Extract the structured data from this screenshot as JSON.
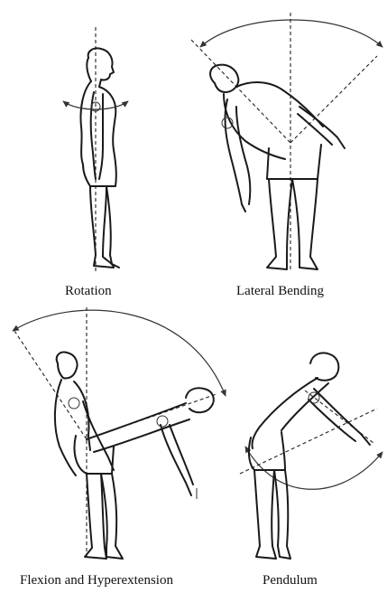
{
  "panels": [
    {
      "id": "rotation",
      "caption": "Rotation"
    },
    {
      "id": "lateral-bending",
      "caption": "Lateral Bending"
    },
    {
      "id": "flexion-hyperextension",
      "caption": "Flexion and Hyperextension"
    },
    {
      "id": "pendulum",
      "caption": "Pendulum"
    }
  ],
  "colors": {
    "line": "#1a1a1a",
    "background": "#ffffff"
  }
}
